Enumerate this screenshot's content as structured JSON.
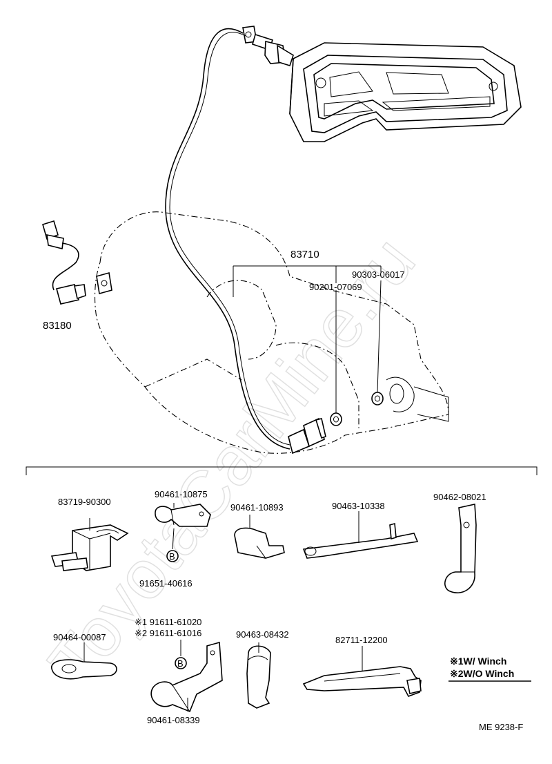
{
  "watermark": "ToyotaCarMine.ru",
  "parts_top": {
    "p83710": "83710",
    "p90303": "90303-06017",
    "p90201": "90201-07069",
    "p83180": "83180"
  },
  "parts_bottom": {
    "p83719": "83719-90300",
    "p90461_10875": "90461-10875",
    "p90461_10893": "90461-10893",
    "p90463_10338": "90463-10338",
    "p90462": "90462-08021",
    "p91651": "91651-40616",
    "p90464": "90464-00087",
    "p91611_1": "※1 91611-61020",
    "p91611_2": "※2 91611-61016",
    "p90463_08432": "90463-08432",
    "p82711": "82711-12200",
    "p90461_08339": "90461-08339"
  },
  "legend": {
    "line1": "※1W/ Winch",
    "line2": "※2W/O Winch"
  },
  "bolt_mark": "B",
  "footer_code": "ME  9238-F"
}
